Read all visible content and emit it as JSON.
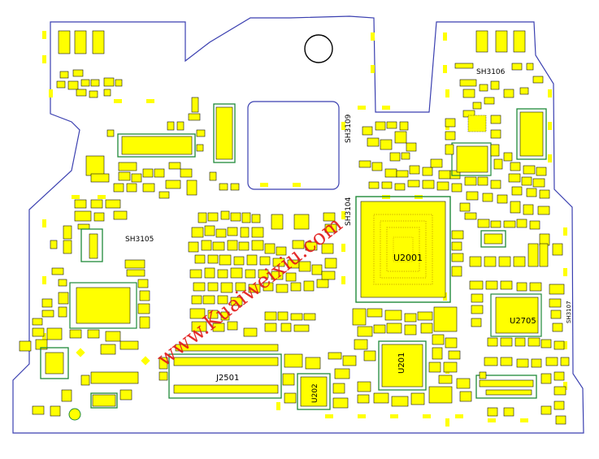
{
  "labels": {
    "sh3105": "SH3105",
    "sh3106": "SH3106",
    "sh3109": "SH3109",
    "sh3104": "SH3104",
    "sh3107": "SH3107",
    "u2001": "U2001",
    "u2705": "U2705",
    "u201": "U201",
    "u202": "U202",
    "j2501": "J2501"
  },
  "watermark": "www.Kuaiweixiu.com",
  "colors": {
    "outline": "#3a3fb0",
    "component": "#ffff00",
    "footprint": "#1f8a3a",
    "watermark": "#e21b1b"
  }
}
